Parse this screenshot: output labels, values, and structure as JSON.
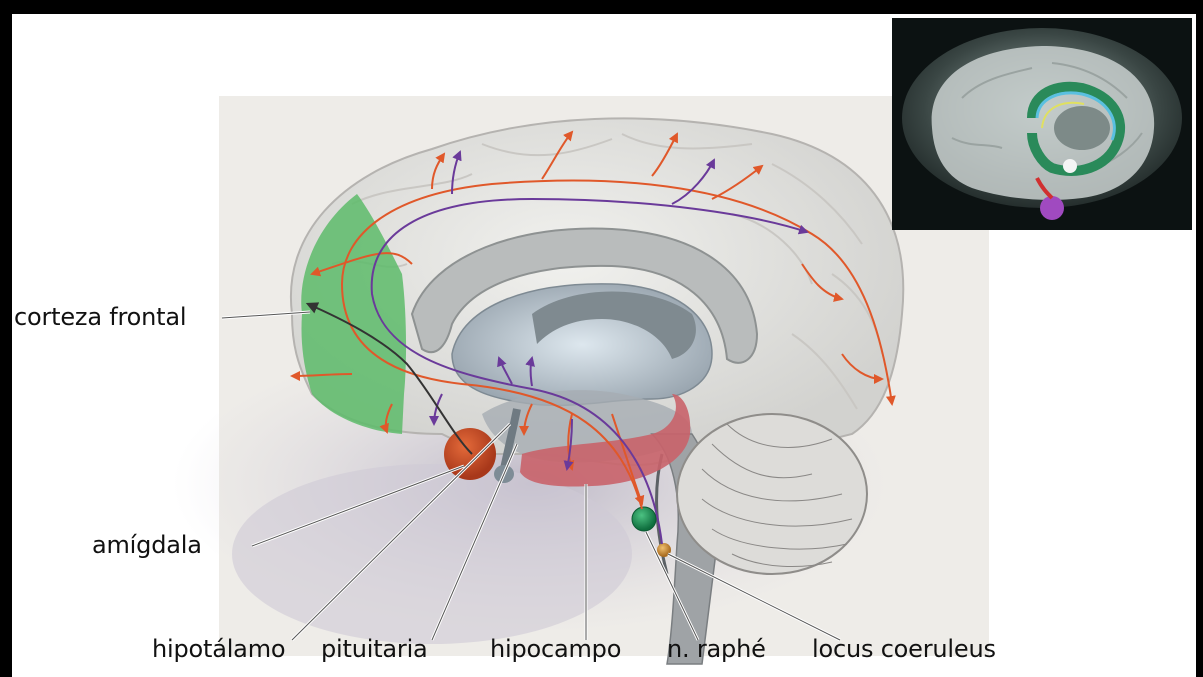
{
  "labels": {
    "corteza_frontal": "corteza frontal",
    "amigdala": "amígdala",
    "hipotalamo": "hipotálamo",
    "pituitaria": "pituitaria",
    "hipocampo": "hipocampo",
    "n_raphe": "n. raphé",
    "locus_coeruleus": "locus coeruleus"
  },
  "colors": {
    "frontal_cortex": "#5dbb6a",
    "amygdala": "#c9502a",
    "hippocampus": "#c9636a",
    "raphe_nucleus": "#1f9a5a",
    "locus_coeruleus": "#d09a3a",
    "serotonin_pathway": "#e0582a",
    "noradrenaline_pathway": "#6a3a9a"
  },
  "icons": {
    "inset": "mri-brain-tractography-icon"
  }
}
